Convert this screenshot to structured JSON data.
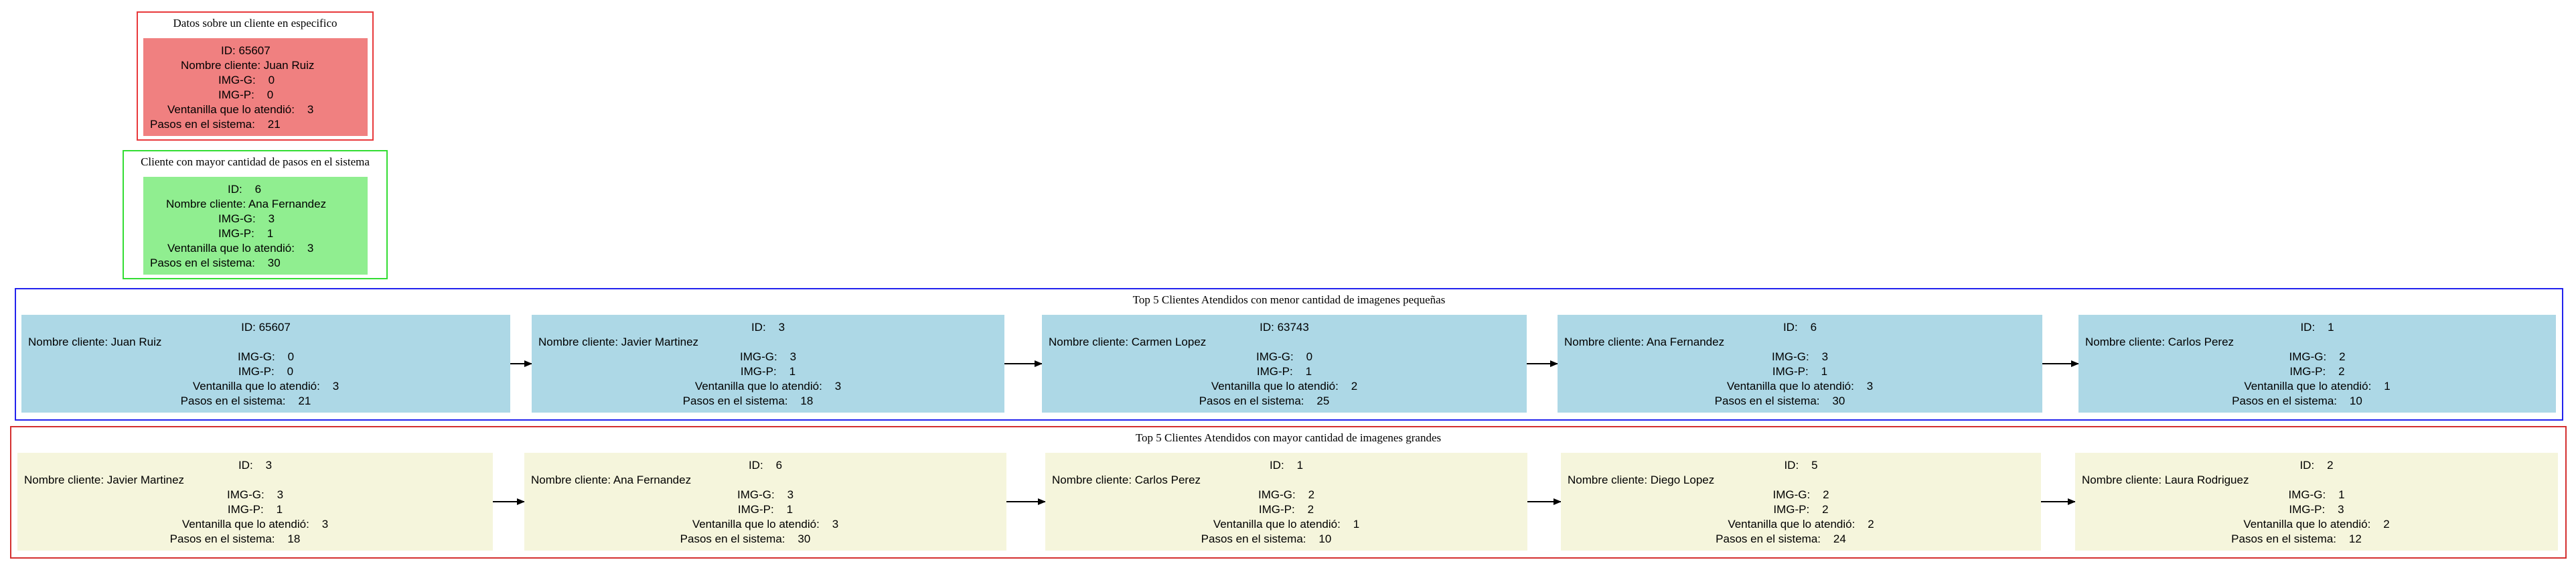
{
  "colors": {
    "specific_border": "#e8393b",
    "specific_fill": "#f08080",
    "max_border": "#33dd33",
    "max_fill": "#90ee90",
    "small_border": "#2222ee",
    "small_fill": "#add8e6",
    "large_border": "#d43030",
    "large_fill": "#f5f5dc"
  },
  "specific": {
    "title": "Datos sobre un cliente en especifico",
    "node": {
      "id": "ID: 65607",
      "name": "Nombre cliente: Juan Ruiz",
      "imgg": "IMG-G:    0",
      "imgp": "IMG-P:    0",
      "ventanilla": "Ventanilla que lo atendió:    3",
      "pasos": "Pasos en el sistema:    21"
    }
  },
  "max_steps": {
    "title": "Cliente con mayor cantidad de pasos en el sistema",
    "node": {
      "id": "ID:    6",
      "name": "Nombre cliente: Ana Fernandez",
      "imgg": "IMG-G:    3",
      "imgp": "IMG-P:    1",
      "ventanilla": "Ventanilla que lo atendió:    3",
      "pasos": "Pasos en el sistema:    30"
    }
  },
  "top_small": {
    "title": "Top 5 Clientes Atendidos con menor cantidad de imagenes pequeñas",
    "nodes": [
      {
        "id": "ID: 65607",
        "name": "Nombre cliente: Juan Ruiz",
        "imgg": "IMG-G:    0",
        "imgp": "IMG-P:    0",
        "ventanilla": "Ventanilla que lo atendió:    3",
        "pasos": "Pasos en el sistema:    21"
      },
      {
        "id": "ID:    3",
        "name": "Nombre cliente: Javier Martinez",
        "imgg": "IMG-G:    3",
        "imgp": "IMG-P:    1",
        "ventanilla": "Ventanilla que lo atendió:    3",
        "pasos": "Pasos en el sistema:    18"
      },
      {
        "id": "ID: 63743",
        "name": "Nombre cliente: Carmen Lopez",
        "imgg": "IMG-G:    0",
        "imgp": "IMG-P:    1",
        "ventanilla": "Ventanilla que lo atendió:    2",
        "pasos": "Pasos en el sistema:    25"
      },
      {
        "id": "ID:    6",
        "name": "Nombre cliente: Ana Fernandez",
        "imgg": "IMG-G:    3",
        "imgp": "IMG-P:    1",
        "ventanilla": "Ventanilla que lo atendió:    3",
        "pasos": "Pasos en el sistema:    30"
      },
      {
        "id": "ID:    1",
        "name": "Nombre cliente: Carlos Perez",
        "imgg": "IMG-G:    2",
        "imgp": "IMG-P:    2",
        "ventanilla": "Ventanilla que lo atendió:    1",
        "pasos": "Pasos en el sistema:    10"
      }
    ]
  },
  "top_large": {
    "title": "Top 5 Clientes Atendidos con mayor cantidad de imagenes grandes",
    "nodes": [
      {
        "id": "ID:    3",
        "name": "Nombre cliente: Javier Martinez",
        "imgg": "IMG-G:    3",
        "imgp": "IMG-P:    1",
        "ventanilla": "Ventanilla que lo atendió:    3",
        "pasos": "Pasos en el sistema:    18"
      },
      {
        "id": "ID:    6",
        "name": "Nombre cliente: Ana Fernandez",
        "imgg": "IMG-G:    3",
        "imgp": "IMG-P:    1",
        "ventanilla": "Ventanilla que lo atendió:    3",
        "pasos": "Pasos en el sistema:    30"
      },
      {
        "id": "ID:    1",
        "name": "Nombre cliente: Carlos Perez",
        "imgg": "IMG-G:    2",
        "imgp": "IMG-P:    2",
        "ventanilla": "Ventanilla que lo atendió:    1",
        "pasos": "Pasos en el sistema:    10"
      },
      {
        "id": "ID:    5",
        "name": "Nombre cliente: Diego Lopez",
        "imgg": "IMG-G:    2",
        "imgp": "IMG-P:    2",
        "ventanilla": "Ventanilla que lo atendió:    2",
        "pasos": "Pasos en el sistema:    24"
      },
      {
        "id": "ID:    2",
        "name": "Nombre cliente: Laura Rodriguez",
        "imgg": "IMG-G:    1",
        "imgp": "IMG-P:    3",
        "ventanilla": "Ventanilla que lo atendió:    2",
        "pasos": "Pasos en el sistema:    12"
      }
    ]
  }
}
